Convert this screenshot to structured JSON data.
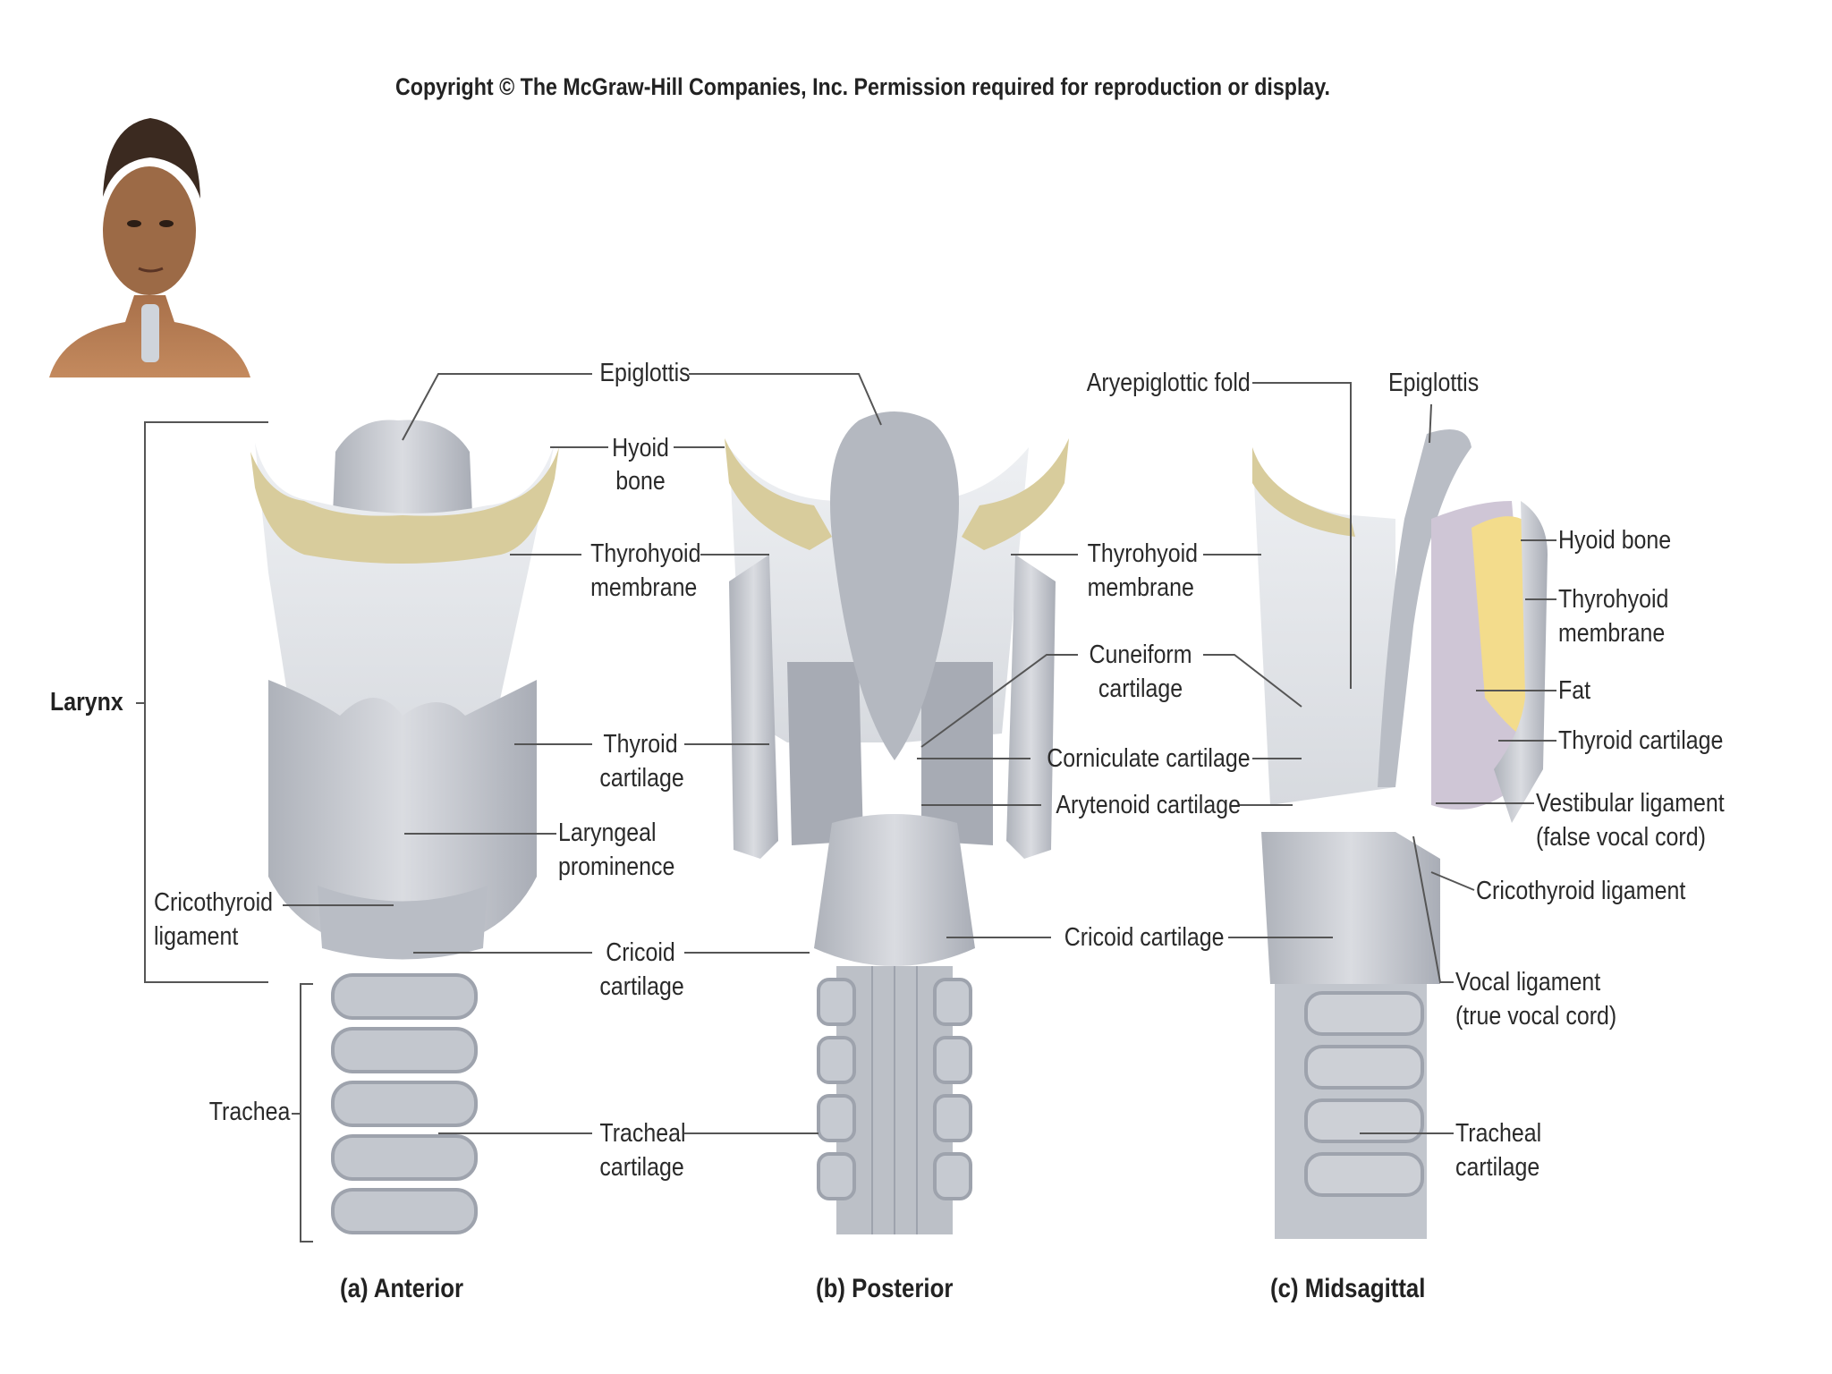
{
  "copyright": "Copyright © The McGraw-Hill Companies, Inc. Permission required for reproduction or display.",
  "captions": {
    "anterior": "(a) Anterior",
    "posterior": "(b) Posterior",
    "midsagittal": "(c) Midsagittal"
  },
  "labels": {
    "larynx": "Larynx",
    "trachea": "Trachea",
    "cricothyroid_ligament_a_1": "Cricothyroid",
    "cricothyroid_ligament_a_2": "ligament",
    "epiglottis_ab": "Epiglottis",
    "hyoid_bone_ab_1": "Hyoid",
    "hyoid_bone_ab_2": "bone",
    "thyrohyoid_membrane_ab_1": "Thyrohyoid",
    "thyrohyoid_membrane_ab_2": "membrane",
    "thyroid_cartilage_ab_1": "Thyroid",
    "thyroid_cartilage_ab_2": "cartilage",
    "laryngeal_prominence_1": "Laryngeal",
    "laryngeal_prominence_2": "prominence",
    "cricoid_cartilage_ab_1": "Cricoid",
    "cricoid_cartilage_ab_2": "cartilage",
    "tracheal_cartilage_ab_1": "Tracheal",
    "tracheal_cartilage_ab_2": "cartilage",
    "thyrohyoid_membrane_bc_1": "Thyrohyoid",
    "thyrohyoid_membrane_bc_2": "membrane",
    "cuneiform_cartilage_1": "Cuneiform",
    "cuneiform_cartilage_2": "cartilage",
    "corniculate_cartilage": "Corniculate cartilage",
    "arytenoid_cartilage": "Arytenoid cartilage",
    "cricoid_cartilage_bc": "Cricoid cartilage",
    "aryepiglottic_fold": "Aryepiglottic fold",
    "epiglottis_c": "Epiglottis",
    "hyoid_bone_c": "Hyoid bone",
    "thyrohyoid_membrane_c_1": "Thyrohyoid",
    "thyrohyoid_membrane_c_2": "membrane",
    "fat": "Fat",
    "thyroid_cartilage_c": "Thyroid cartilage",
    "vestibular_ligament_1": "Vestibular ligament",
    "vestibular_ligament_2": "(false vocal cord)",
    "cricothyroid_ligament_c": "Cricothyroid ligament",
    "vocal_ligament_1": "Vocal ligament",
    "vocal_ligament_2": "(true vocal cord)",
    "tracheal_cartilage_c_1": "Tracheal",
    "tracheal_cartilage_c_2": "cartilage"
  },
  "colors": {
    "cartilage": "#c9ccd3",
    "cartilage_dark": "#9ea3ad",
    "membrane": "#e4e6ea",
    "hyoid_bone": "#d9cfa3",
    "fat": "#f3dc8c",
    "leader_line": "#555555"
  }
}
